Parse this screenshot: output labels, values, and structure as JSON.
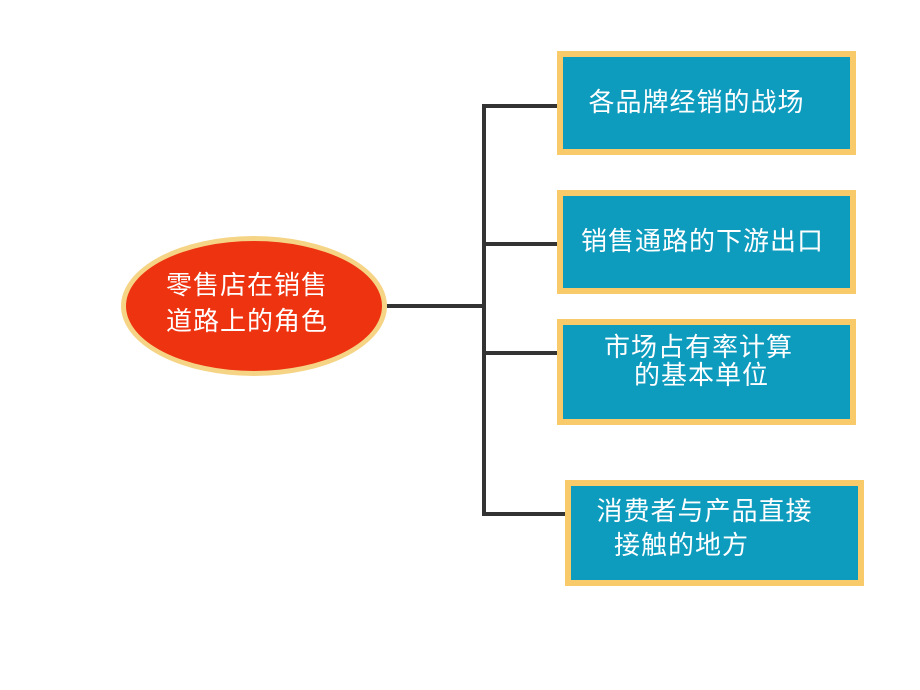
{
  "root": {
    "label_line1": "零售店在销售",
    "label_line2": "道路上的角色"
  },
  "branches": [
    {
      "line1": "各品牌经销的战场",
      "line2": ""
    },
    {
      "line1": "销售通路的下游出口",
      "line2": ""
    },
    {
      "line1": "市场占有率计算",
      "line2": "的基本单位"
    },
    {
      "line1": "消费者与产品直接",
      "line2": "接触的地方"
    }
  ],
  "colors": {
    "root_fill": "#ee3310",
    "root_border": "#f6d486",
    "box_fill": "#0d9bbe",
    "box_border": "#f8ca6a",
    "connector": "#333333"
  }
}
